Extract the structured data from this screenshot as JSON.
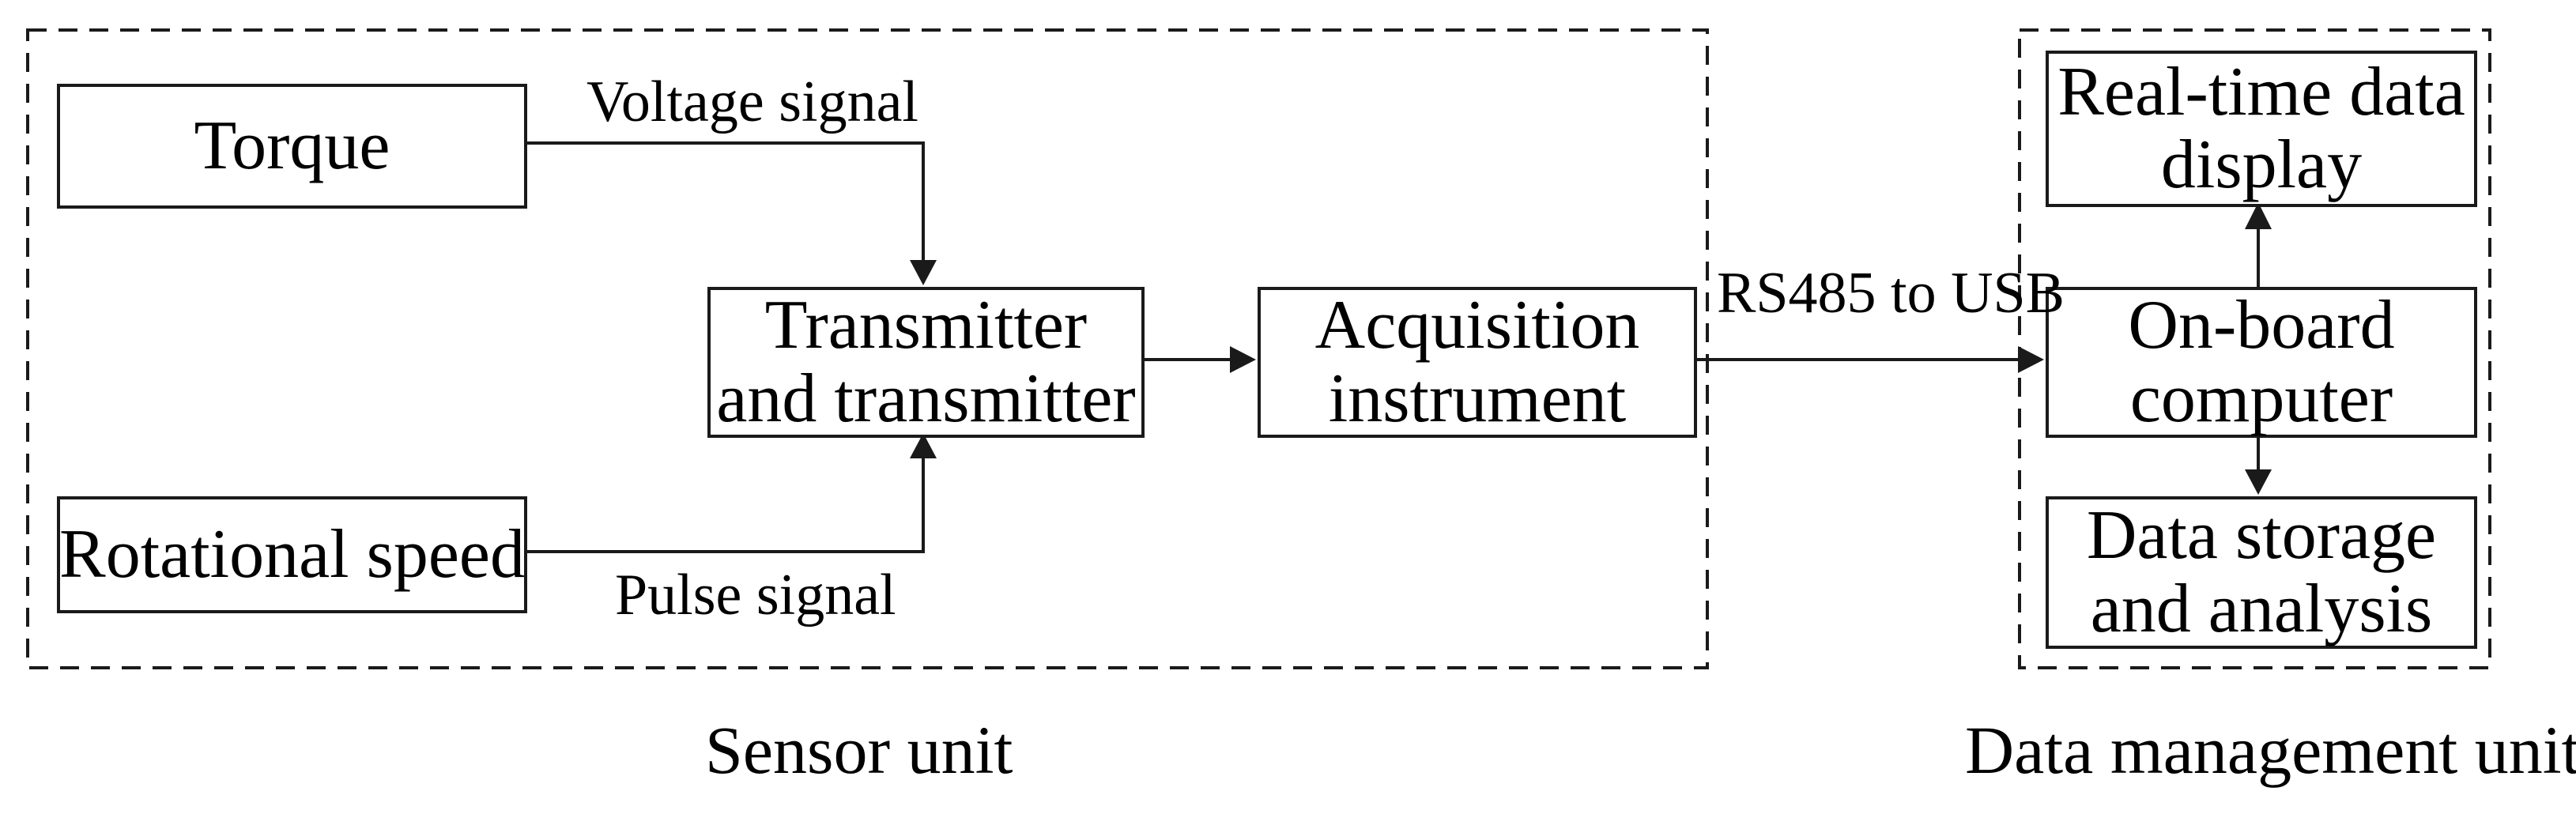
{
  "diagram": {
    "groups": {
      "sensor_unit": {
        "caption": "Sensor unit"
      },
      "data_management_unit": {
        "caption": "Data management unit"
      }
    },
    "nodes": {
      "torque": {
        "label": "Torque"
      },
      "rotational_speed": {
        "label": "Rotational speed"
      },
      "transmitter": {
        "label": "Transmitter and transmitter",
        "lines": [
          "Transmitter",
          "and transmitter"
        ]
      },
      "acquisition_instrument": {
        "label": "Acquisition instrument",
        "lines": [
          "Acquisition",
          "instrument"
        ]
      },
      "realtime_display": {
        "label": "Real-time data display",
        "lines": [
          "Real-time data",
          "display"
        ]
      },
      "onboard_computer": {
        "label": "On-board computer",
        "lines": [
          "On-board",
          "computer"
        ]
      },
      "data_storage": {
        "label": "Data storage and analysis",
        "lines": [
          "Data storage",
          "and analysis"
        ]
      }
    },
    "edges": {
      "voltage_signal": {
        "label": "Voltage signal"
      },
      "pulse_signal": {
        "label": "Pulse signal"
      },
      "rs485_to_usb": {
        "label": "RS485 to USB"
      }
    },
    "colors": {
      "line": "#1a1a1a",
      "text": "#000000",
      "background": "#ffffff"
    }
  }
}
